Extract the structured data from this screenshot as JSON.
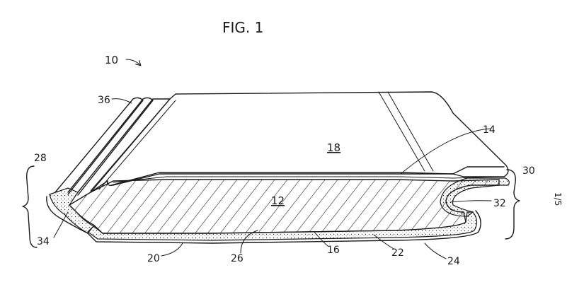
{
  "figure": {
    "title": "FIG. 1",
    "page_marker": "1/5",
    "labels": {
      "l10": "10",
      "l12": "12",
      "l14": "14",
      "l16": "16",
      "l18": "18",
      "l20": "20",
      "l22": "22",
      "l24": "24",
      "l26": "26",
      "l28": "28",
      "l30": "30",
      "l32": "32",
      "l34": "34",
      "l36": "36"
    }
  }
}
